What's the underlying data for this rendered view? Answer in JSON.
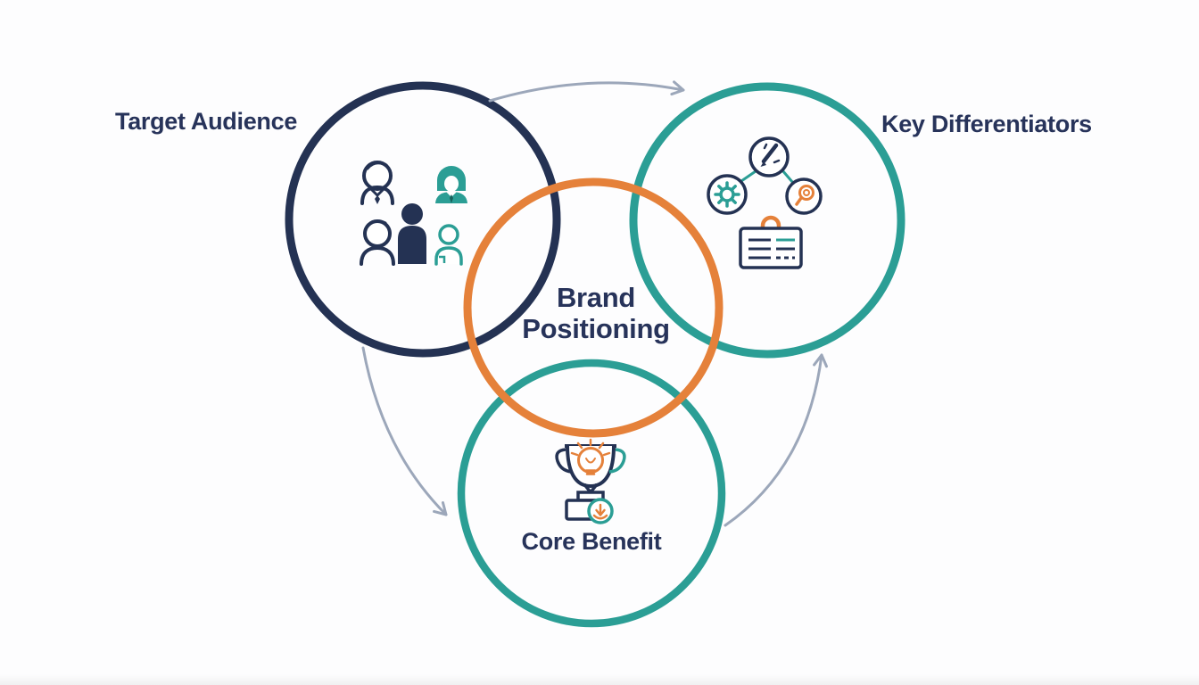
{
  "diagram": {
    "type": "venn-brand-positioning",
    "labels": {
      "target_audience": "Target Audience",
      "key_differentiators": "Key Differentiators",
      "core_benefit": "Core Benefit",
      "center_line1": "Brand",
      "center_line2": "Positioning"
    },
    "circles": [
      {
        "id": "target-audience",
        "label": "Target Audience",
        "color": "#243253"
      },
      {
        "id": "key-differentiators",
        "label": "Key Differentiators",
        "color": "#2b9e95"
      },
      {
        "id": "core-benefit",
        "label": "Core Benefit",
        "color": "#2b9e95"
      },
      {
        "id": "brand-positioning",
        "label": "Brand Positioning",
        "color": "#e5813a"
      }
    ],
    "icons": [
      "audience-people-icon",
      "pencil-icon",
      "gear-icon",
      "magnifier-icon",
      "id-card-icon",
      "trophy-icon",
      "lightbulb-icon",
      "achievement-badge-icon"
    ],
    "arrows": [
      {
        "id": "target-to-differentiators",
        "direction": "left-to-right"
      },
      {
        "id": "target-to-core-benefit",
        "direction": "top-to-bottom"
      },
      {
        "id": "core-benefit-to-differentiators",
        "direction": "bottom-to-top"
      }
    ]
  },
  "colors": {
    "navy": "#243253",
    "teal": "#2b9e95",
    "teal_dark": "#17605b",
    "orange": "#e5813a",
    "arrow_gray": "#9ca7ba",
    "text_navy": "#27335a",
    "bg": "#fdfdfe"
  }
}
